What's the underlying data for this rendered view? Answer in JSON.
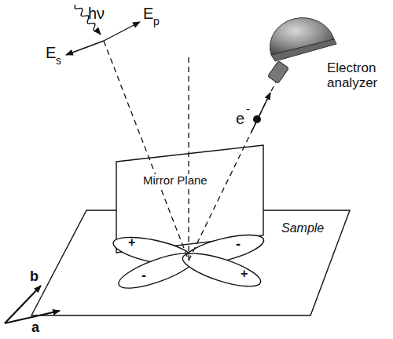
{
  "diagram": {
    "labels": [
      "hν",
      "E",
      "p",
      "E",
      "s",
      "Mirror Plane",
      "e",
      "-",
      "Electron analyzer",
      "Sample",
      "b",
      "a",
      "+",
      "-",
      "-",
      "+"
    ]
  }
}
